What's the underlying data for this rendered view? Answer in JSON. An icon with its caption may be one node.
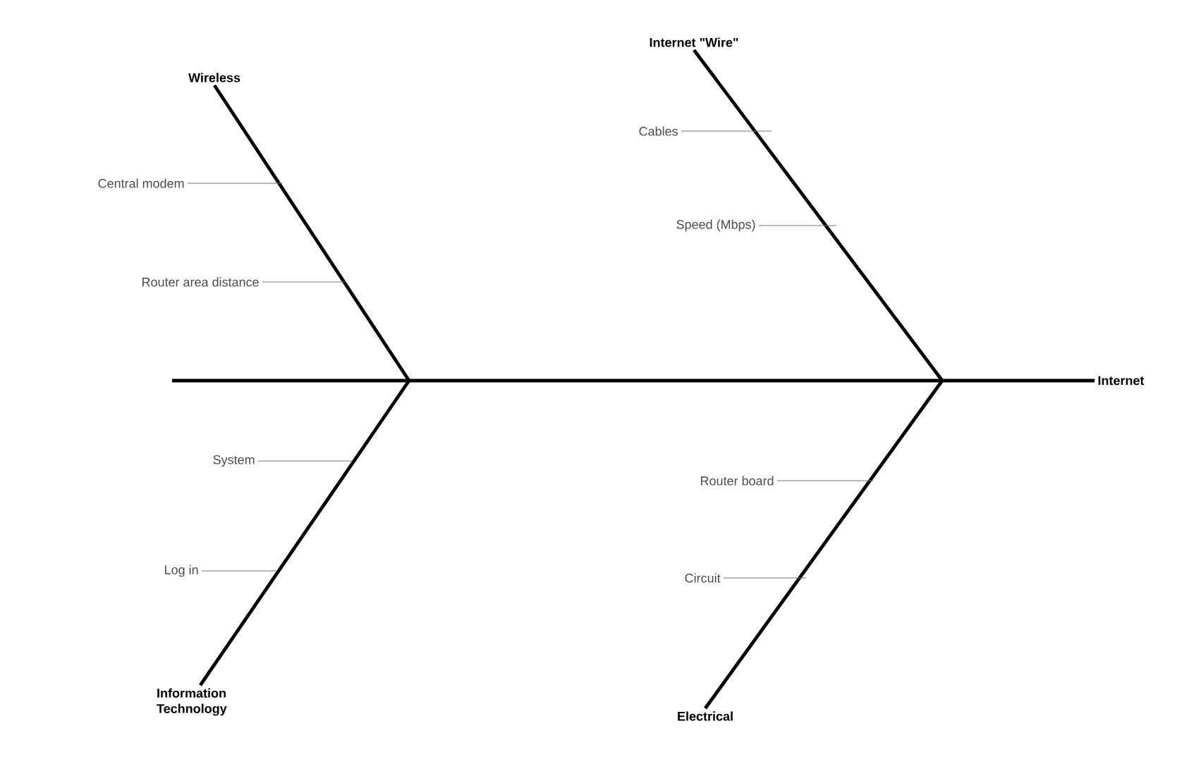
{
  "diagram": {
    "nodes": [
      {
        "text": [
          "Internet"
        ]
      },
      {
        "text": [
          "Wireless"
        ]
      },
      {
        "text": [
          "Internet \"Wire\""
        ]
      },
      {
        "text": [
          "Information Technology"
        ]
      },
      {
        "text": [
          "Electrical"
        ]
      },
      {
        "text": [
          "Central modem"
        ]
      },
      {
        "text": [
          "Router area distance"
        ]
      },
      {
        "text": [
          "Cables"
        ]
      },
      {
        "text": [
          "Speed (Mbps)"
        ]
      },
      {
        "text": [
          "System"
        ]
      },
      {
        "text": [
          "Log in"
        ]
      },
      {
        "text": [
          "Router board"
        ]
      },
      {
        "text": [
          "Circuit"
        ]
      }
    ],
    "edges": [
      {
        "from": null,
        "to": 0,
        "arrow": "none",
        "style": "thick",
        "color": "#000000"
      },
      {
        "from": 1,
        "to": null,
        "arrow": "none",
        "style": "thick",
        "color": "#000000"
      },
      {
        "from": 2,
        "to": null,
        "arrow": "none",
        "style": "thick",
        "color": "#000000"
      },
      {
        "from": 3,
        "to": null,
        "arrow": "none",
        "style": "thick",
        "color": "#000000"
      },
      {
        "from": 4,
        "to": null,
        "arrow": "none",
        "style": "thick",
        "color": "#000000"
      },
      {
        "from": 5,
        "to": null,
        "arrow": "none"
      },
      {
        "from": 6,
        "to": null,
        "arrow": "none"
      },
      {
        "from": 7,
        "to": null,
        "arrow": "none"
      },
      {
        "from": 8,
        "to": null,
        "arrow": "none"
      },
      {
        "from": 9,
        "to": null,
        "arrow": "none"
      },
      {
        "from": 10,
        "to": null,
        "arrow": "none"
      },
      {
        "from": 11,
        "to": null,
        "arrow": "none"
      },
      {
        "from": 12,
        "to": null,
        "arrow": "none"
      }
    ]
  }
}
